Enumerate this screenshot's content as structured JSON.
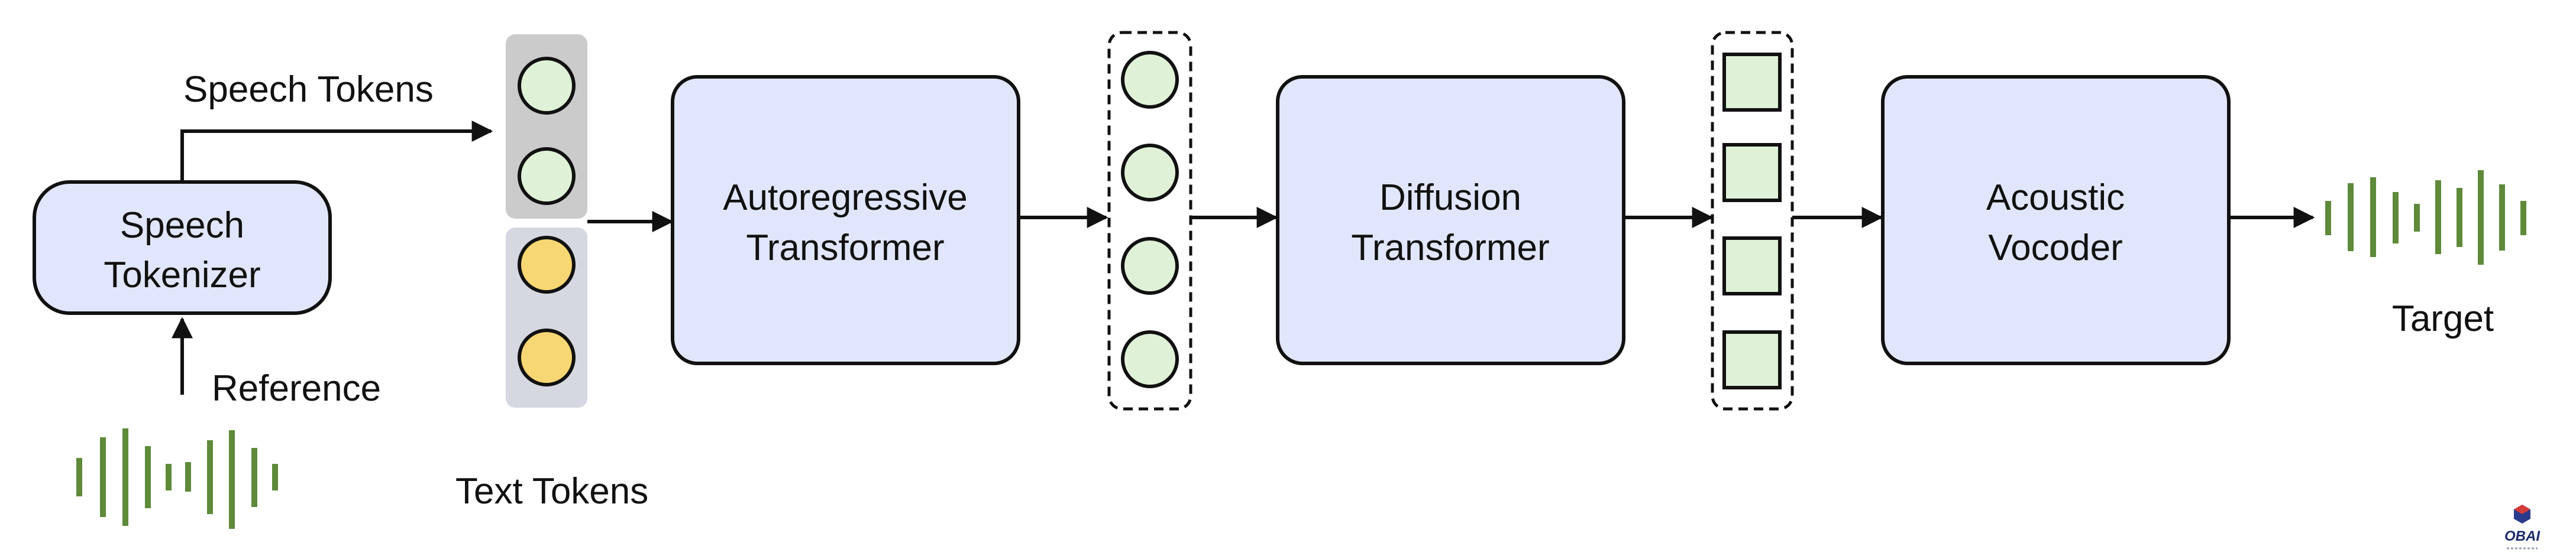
{
  "diagram": {
    "speech_tokenizer": {
      "line1": "Speech",
      "line2": "Tokenizer"
    },
    "reference_label": "Reference",
    "speech_tokens_label": "Speech Tokens",
    "text_tokens_label": "Text Tokens",
    "autoregressive": {
      "line1": "Autoregressive",
      "line2": "Transformer"
    },
    "diffusion": {
      "line1": "Diffusion",
      "line2": "Transformer"
    },
    "vocoder": {
      "line1": "Acoustic",
      "line2": "Vocoder"
    },
    "target_label": "Target",
    "watermark_text": "OBAI"
  },
  "colors": {
    "box_fill": "#e1e6fc",
    "stroke": "#111111",
    "token_green": "#dff2d8",
    "token_yellow": "#f7d774",
    "speech_token_bg": "#cbcbcb",
    "text_token_bg": "#d5d8e0",
    "waveform": "#5e8a3a"
  }
}
